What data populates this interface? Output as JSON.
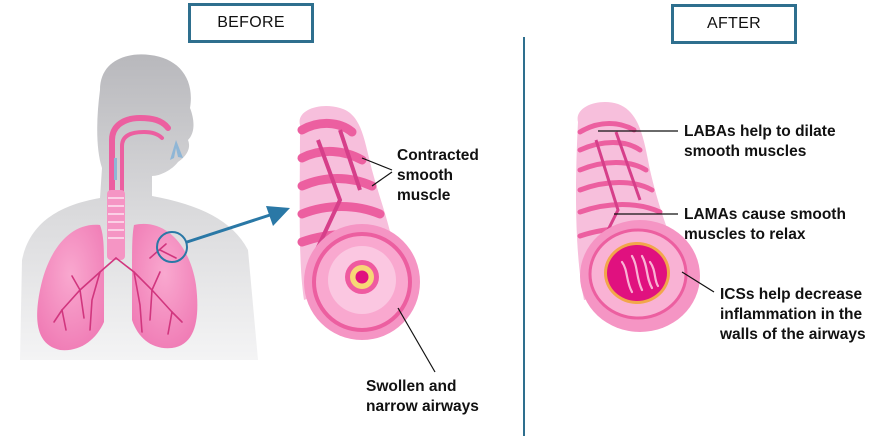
{
  "header": {
    "before_label": "BEFORE",
    "after_label": "AFTER"
  },
  "before": {
    "contracted": [
      "Contracted",
      "smooth",
      "muscle"
    ],
    "swollen": [
      "Swollen and",
      "narrow airways"
    ]
  },
  "after": {
    "laba": [
      "LABAs help to dilate",
      "smooth muscles"
    ],
    "lama": [
      "LAMAs cause smooth",
      "muscles to relax"
    ],
    "ics": [
      "ICSs help decrease",
      "inflammation in the",
      "walls of the airways"
    ]
  },
  "colors": {
    "frame_border": "#2e6f8e",
    "arrow": "#2a78a6",
    "airway_pink": "#ec5fa0",
    "airway_light": "#f7bfdc",
    "silhouette_gray": "#cfcfd3",
    "inflammation_magenta": "#e0117f"
  }
}
